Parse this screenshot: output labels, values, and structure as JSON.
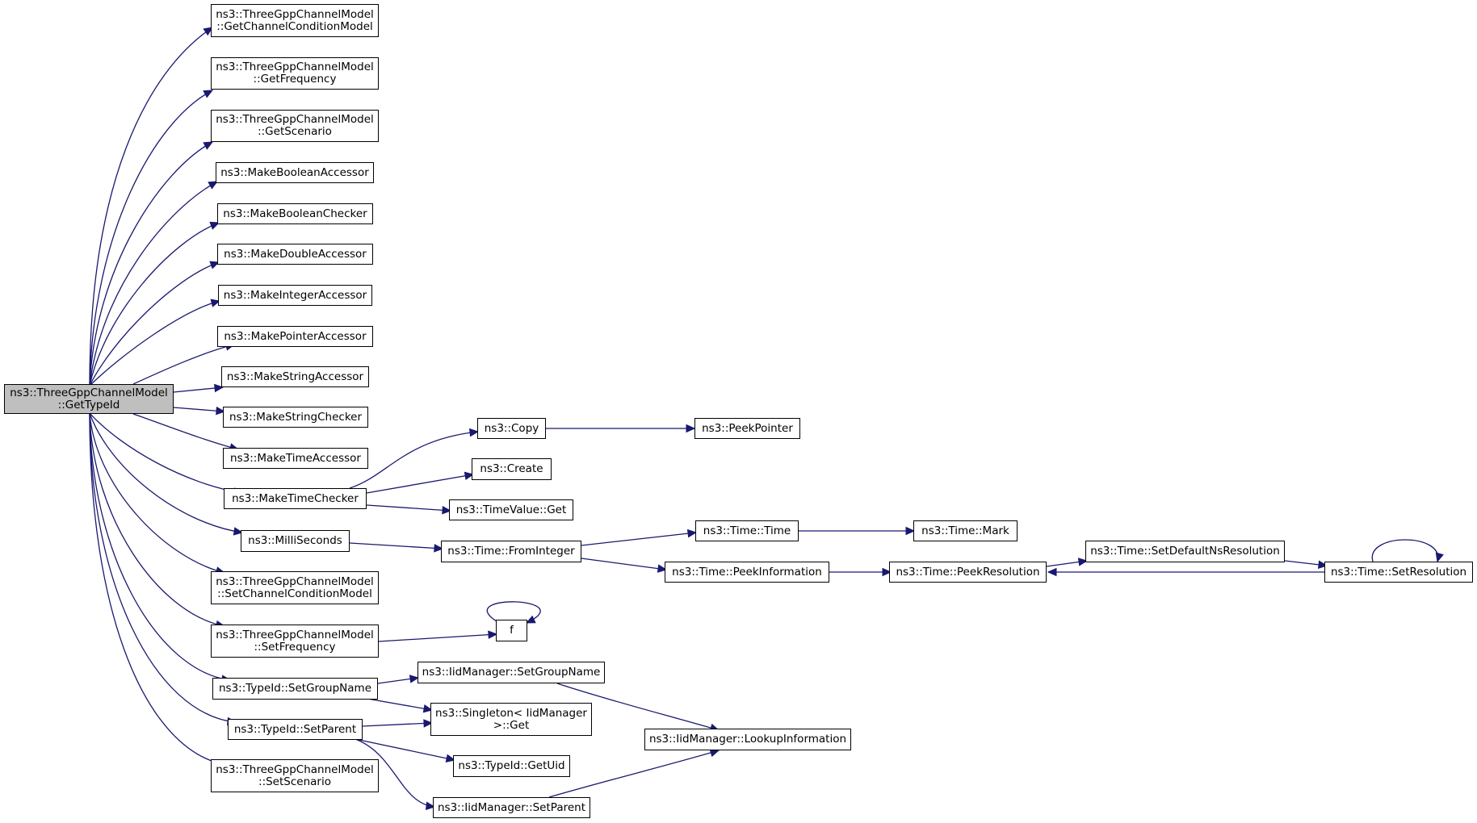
{
  "colors": {
    "edge": "#191970",
    "node_border": "#000000",
    "root_fill": "#bfbfbf",
    "node_fill": "#ffffff"
  },
  "nodes": {
    "root": [
      "ns3::ThreeGppChannelModel",
      "::GetTypeId"
    ],
    "get_cc_model": [
      "ns3::ThreeGppChannelModel",
      "::GetChannelConditionModel"
    ],
    "get_frequency": [
      "ns3::ThreeGppChannelModel",
      "::GetFrequency"
    ],
    "get_scenario": [
      "ns3::ThreeGppChannelModel",
      "::GetScenario"
    ],
    "make_bool_acc": [
      "ns3::MakeBooleanAccessor"
    ],
    "make_bool_chk": [
      "ns3::MakeBooleanChecker"
    ],
    "make_double_acc": [
      "ns3::MakeDoubleAccessor"
    ],
    "make_int_acc": [
      "ns3::MakeIntegerAccessor"
    ],
    "make_ptr_acc": [
      "ns3::MakePointerAccessor"
    ],
    "make_str_acc": [
      "ns3::MakeStringAccessor"
    ],
    "make_str_chk": [
      "ns3::MakeStringChecker"
    ],
    "make_time_acc": [
      "ns3::MakeTimeAccessor"
    ],
    "make_time_chk": [
      "ns3::MakeTimeChecker"
    ],
    "milliseconds": [
      "ns3::MilliSeconds"
    ],
    "set_cc_model": [
      "ns3::ThreeGppChannelModel",
      "::SetChannelConditionModel"
    ],
    "set_frequency": [
      "ns3::ThreeGppChannelModel",
      "::SetFrequency"
    ],
    "set_group_name": [
      "ns3::TypeId::SetGroupName"
    ],
    "set_parent": [
      "ns3::TypeId::SetParent"
    ],
    "set_scenario": [
      "ns3::ThreeGppChannelModel",
      "::SetScenario"
    ],
    "copy": [
      "ns3::Copy"
    ],
    "peek_pointer": [
      "ns3::PeekPointer"
    ],
    "create": [
      "ns3::Create"
    ],
    "timevalue_get": [
      "ns3::TimeValue::Get"
    ],
    "from_integer": [
      "ns3::Time::FromInteger"
    ],
    "time_time": [
      "ns3::Time::Time"
    ],
    "time_mark": [
      "ns3::Time::Mark"
    ],
    "peek_information": [
      "ns3::Time::PeekInformation"
    ],
    "peek_resolution": [
      "ns3::Time::PeekResolution"
    ],
    "set_default_ns_res": [
      "ns3::Time::SetDefaultNsResolution"
    ],
    "set_resolution": [
      "ns3::Time::SetResolution"
    ],
    "f": [
      "f"
    ],
    "iid_set_group_name": [
      "ns3::IidManager::SetGroupName"
    ],
    "singleton_get": [
      "ns3::Singleton< IidManager",
      ">::Get"
    ],
    "lookup_information": [
      "ns3::IidManager::LookupInformation"
    ],
    "typeid_get_uid": [
      "ns3::TypeId::GetUid"
    ],
    "iid_set_parent": [
      "ns3::IidManager::SetParent"
    ]
  }
}
